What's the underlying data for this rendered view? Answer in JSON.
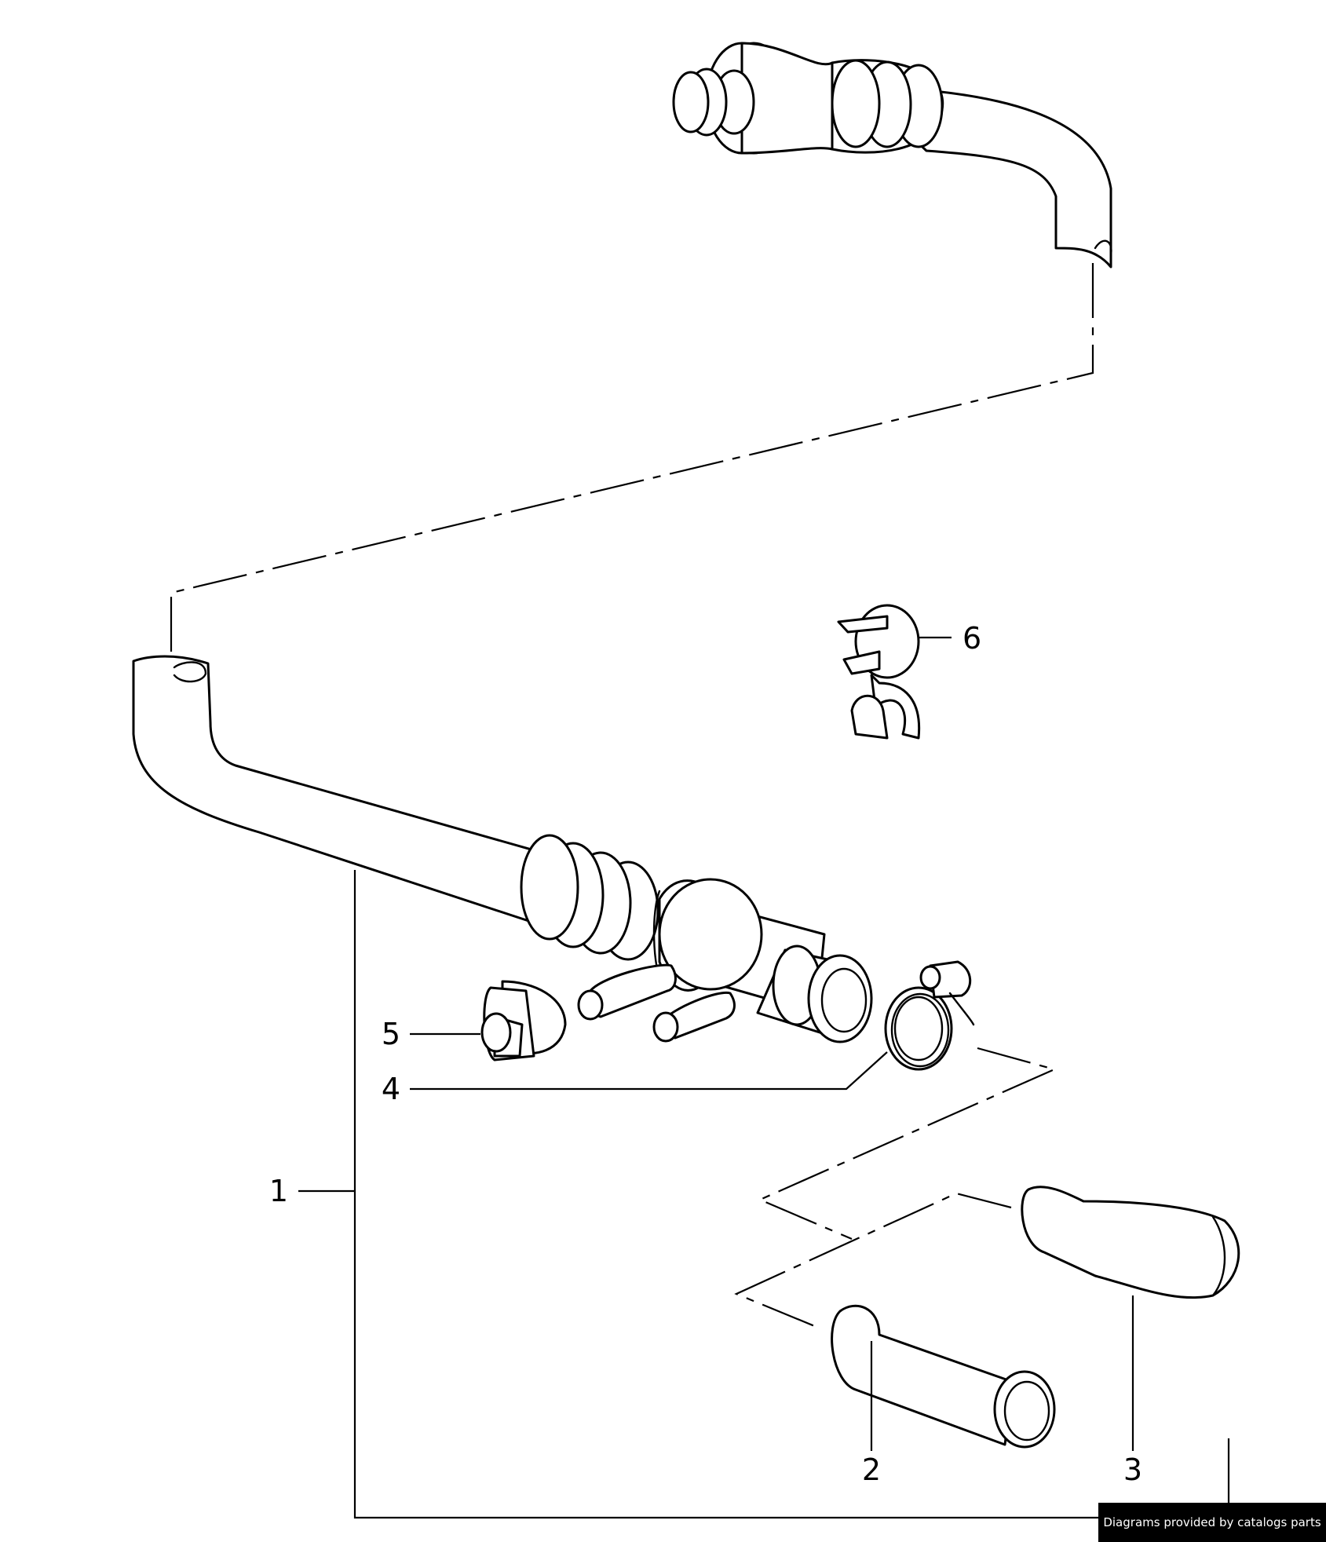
{
  "diagram": {
    "callouts": [
      {
        "id": "1",
        "label": "1"
      },
      {
        "id": "2",
        "label": "2"
      },
      {
        "id": "3",
        "label": "3"
      },
      {
        "id": "4",
        "label": "4"
      },
      {
        "id": "5",
        "label": "5"
      },
      {
        "id": "6",
        "label": "6"
      }
    ]
  },
  "footer": {
    "credit": "Diagrams provided by catalogs parts"
  }
}
